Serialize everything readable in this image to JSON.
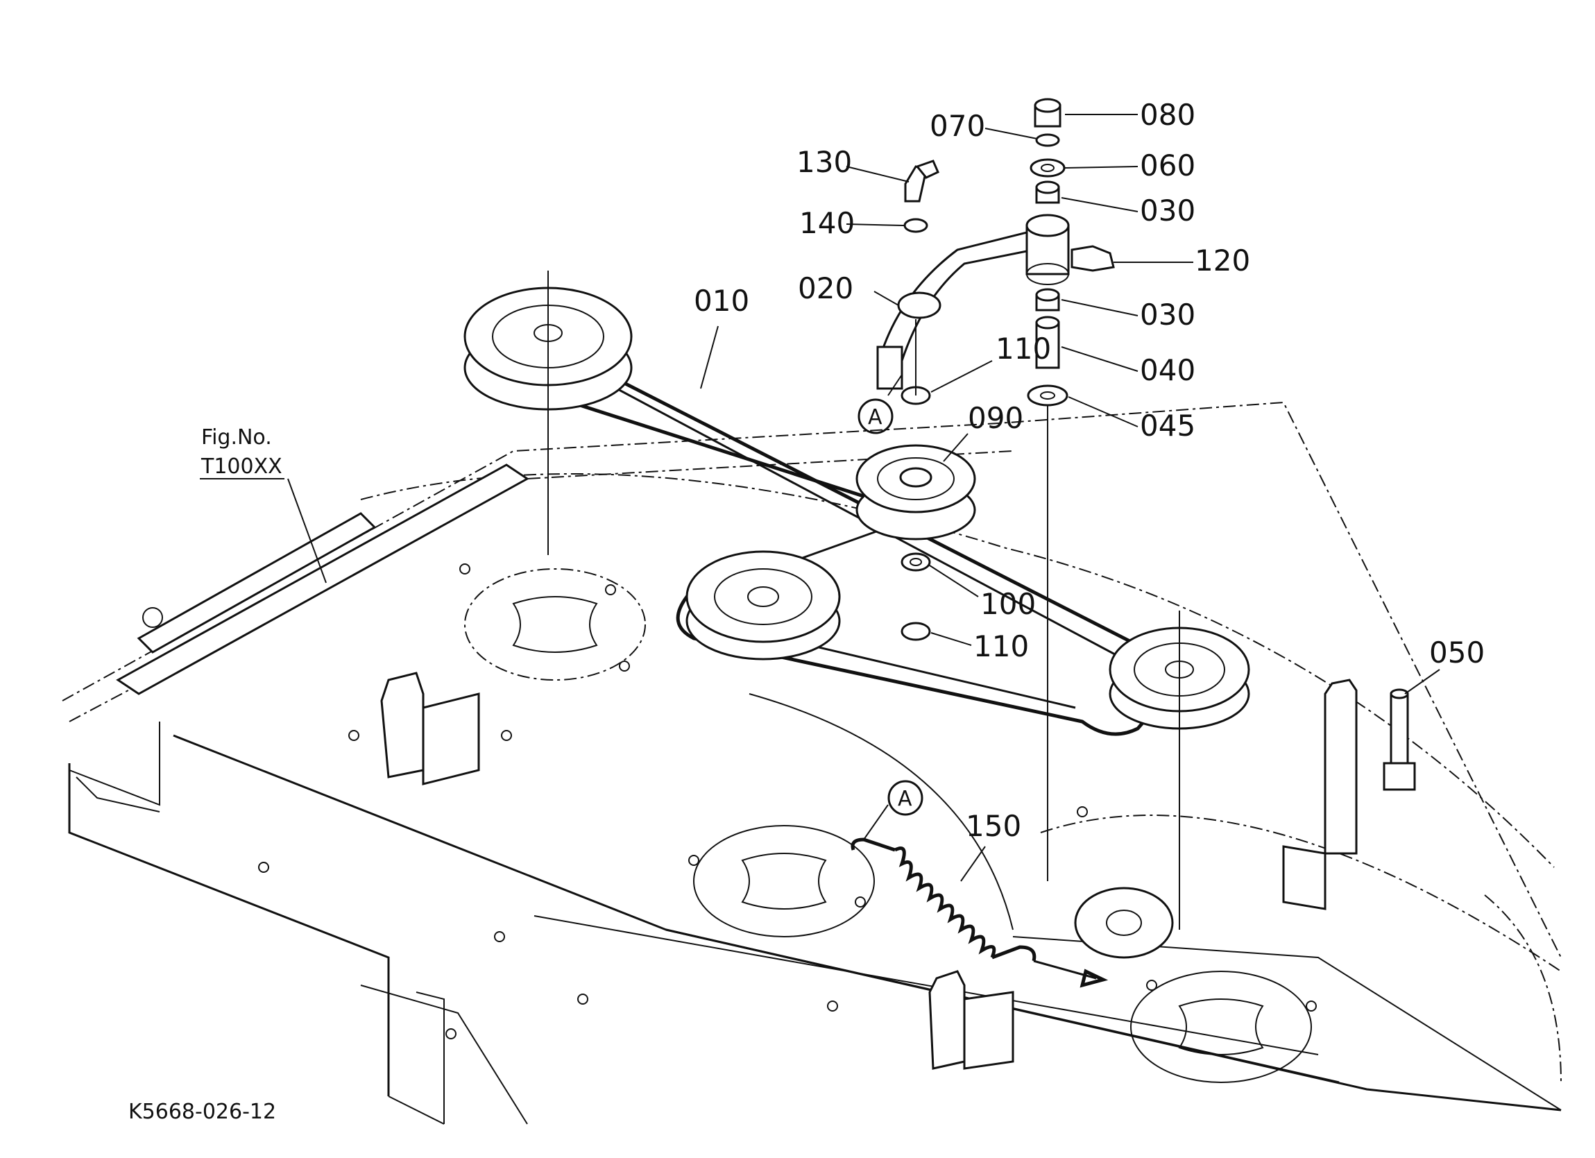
{
  "figure": {
    "code": "K5668-026-12",
    "fig_ref_line1": "Fig.No.",
    "fig_ref_line2": "T100XX",
    "callout_letter": "A"
  },
  "parts": {
    "p010": "010",
    "p020": "020",
    "p030a": "030",
    "p030b": "030",
    "p040": "040",
    "p045": "045",
    "p050": "050",
    "p060": "060",
    "p070": "070",
    "p080": "080",
    "p090": "090",
    "p100": "100",
    "p110a": "110",
    "p110b": "110",
    "p120": "120",
    "p130": "130",
    "p140": "140",
    "p150": "150"
  }
}
